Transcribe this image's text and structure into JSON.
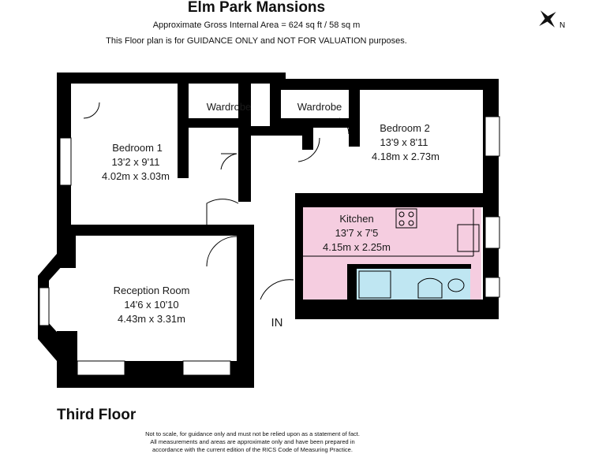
{
  "header": {
    "title": "Elm Park Mansions",
    "area": "Approximate Gross Internal Area = 624 sq ft / 58 sq m",
    "guidance": "This Floor plan is for GUIDANCE ONLY and NOT FOR VALUATION purposes."
  },
  "compass": {
    "north_label": "N",
    "icon": "compass-rose-icon"
  },
  "rooms": {
    "bedroom1": {
      "name": "Bedroom 1",
      "imperial": "13'2 x 9'11",
      "metric": "4.02m x 3.03m"
    },
    "bedroom2": {
      "name": "Bedroom 2",
      "imperial": "13'9 x 8'11",
      "metric": "4.18m x 2.73m"
    },
    "wardrobe_left": {
      "name": "Wardrobe"
    },
    "wardrobe_right": {
      "name": "Wardrobe"
    },
    "kitchen": {
      "name": "Kitchen",
      "imperial": "13'7 x 7'5",
      "metric": "4.15m x 2.25m"
    },
    "reception": {
      "name": "Reception Room",
      "imperial": "14'6 x 10'10",
      "metric": "4.43m x 3.31m"
    }
  },
  "entrance_label": "IN",
  "floor_label": "Third Floor",
  "disclaimer": [
    "Not to scale, for guidance only and must not be relied upon as a statement of fact.",
    "All measurements and areas are approximate only and have been prepared in",
    "accordance with the current edition of the RICS Code of Measuring Practice."
  ],
  "colors": {
    "wall": "#000000",
    "kitchen": "#f5cde0",
    "bathroom": "#bfe6f2"
  }
}
